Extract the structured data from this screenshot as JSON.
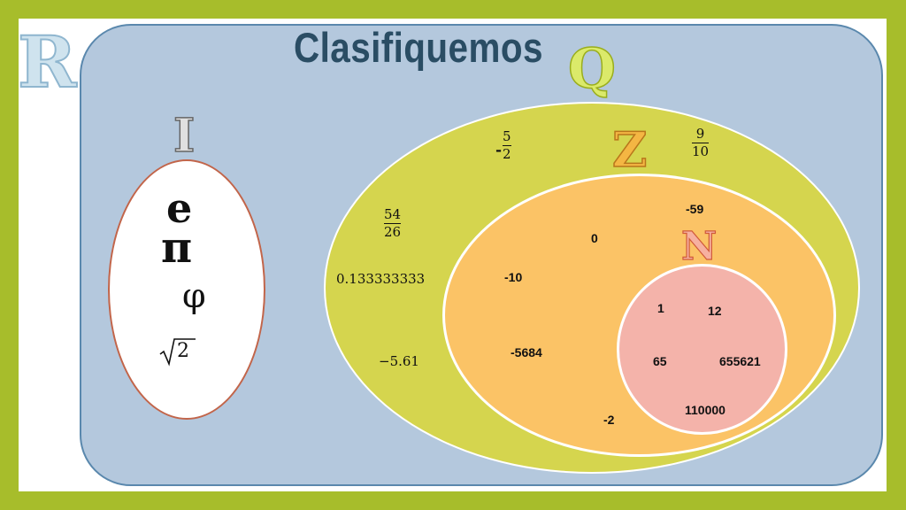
{
  "title": "Clasifiquemos",
  "sets": {
    "R": "R",
    "I": "I",
    "Q": "Q",
    "Z": "Z",
    "N": "N"
  },
  "irrationals": {
    "e": "e",
    "pi": "π",
    "phi": "φ",
    "sqrt2_radicand": "2"
  },
  "rationals": {
    "frac1_sign": "-",
    "frac1_num": "5",
    "frac1_den": "2",
    "frac2_num": "9",
    "frac2_den": "10",
    "frac3_num": "54",
    "frac3_den": "26",
    "decimal1": "0.133333333",
    "decimal2": "−5.61"
  },
  "integers": [
    "-59",
    "0",
    "-10",
    "-5684",
    "-2"
  ],
  "naturals": [
    "1",
    "12",
    "65",
    "655621",
    "110000"
  ],
  "colors": {
    "outer_border": "#a7bd2b",
    "panel": "#b4c8dd",
    "Q_fill": "#d5d54e",
    "Z_fill": "#fbc366",
    "N_fill": "#f4b3aa",
    "I_fill": "#ffffff",
    "title": "#2a4d64"
  }
}
